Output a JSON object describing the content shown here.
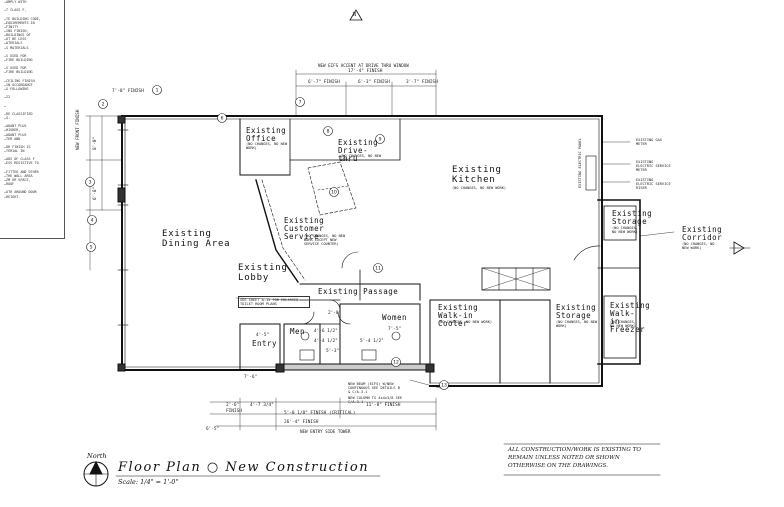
{
  "sheet": {
    "notes": [
      "…OMPLY WITH",
      "",
      "…T CLASS F,",
      "",
      "…TE BUILDING CODE,",
      "…EQUIREMENTS IN",
      "…FINITY",
      "…ING FINISH,",
      "…BUILDINGS OF",
      "…OT BE LESS",
      "…ATERIALS",
      "…S MATERIALS",
      "",
      "…S USED FOR",
      "…FIRE BUILDING",
      "",
      "…S USED FOR",
      "…FIRE BUILDING",
      "",
      "…CEILING FINISH",
      "…IN ACCORDANCE",
      "…G FOLLOWING",
      "",
      "…22",
      "",
      "…",
      "",
      "…RE CLASSIFIED",
      "…G.",
      "",
      "…ADANT PLUS",
      "…HIGHER,",
      "…ADANT PLUS",
      "…TER AND",
      "",
      "…OR FINISH IS",
      "…TERIAL IN",
      "",
      "…ADS OF CLASS F",
      "…ESS RESISTIVE TO",
      "",
      "…FITTED AND OTHER",
      "…THE WALL AREA",
      "…ZM OR SPACE,",
      "…ROOF",
      "",
      "…OTH AROUND DOOR",
      "…HEIGHT."
    ]
  },
  "title": {
    "north_label": "North",
    "main": "Floor Plan ○ New Construction",
    "scale": "Scale: 1/4\" = 1'-0\""
  },
  "general_note": "ALL CONSTRUCTION/WORK IS EXISTING TO REMAIN UNLESS NOTED OR SHOWN OTHERWISE ON THE DRAWINGS.",
  "rooms": {
    "dining": "Existing Dining Area",
    "office_name": "Existing Office",
    "office_note": "(NO CHANGES, NO NEW WORK)",
    "drive_name": "Existing Drive-thru",
    "drive_note": "(NO CHANGES, NO NEW WORK)",
    "kitchen_name": "Existing Kitchen",
    "kitchen_note": "(NO CHANGES, NO NEW WORK)",
    "customer_name": "Existing Customer Service",
    "customer_note": "(NO CHANGES, NO NEW WORK EXCEPT NEW SERVICE COUNTER)",
    "lobby": "Existing Lobby",
    "passage": "Existing Passage",
    "men": "Men",
    "women": "Women",
    "entry": "Entry",
    "walkin_cooler_name": "Existing Walk-in Cooler",
    "walkin_cooler_note": "(NO CHANGES, NO NEW WORK)",
    "storage_mid_name": "Existing Storage",
    "storage_mid_note": "(NO CHANGES, NO NEW WORK)",
    "storage_right_name": "Existing Storage",
    "storage_right_note": "(NO CHANGES, NO NEW WORK)",
    "corridor_name": "Existing Corridor",
    "corridor_note": "(NO CHANGES, NO NEW WORK)",
    "freezer_name": "Existing Walk-in Freezer",
    "freezer_note": "(NO CHANGES, NO NEW WORK)"
  },
  "annotations": {
    "accent_window": "NEW EIFS ACCENT AT DRIVE THRU WINDOW",
    "front_finish": "NEW FRONT FINISH",
    "gas_meter": "EXISTING GAS METER",
    "electric_meter": "EXISTING ELECTRIC SERVICE METER",
    "electric_riser": "EXISTING ELECTRIC SERVICE RISER",
    "existing_electric_panel": "EXISTING ELECTRIC PANEL",
    "toilet_plan": "SEE SHEET A-15 FOR ENLARGED TOILET ROOM PLANS",
    "new_beam": "NEW BEAM (EIFS) W/NEW CONTINUOUS SEE DETAILS B & C/A-3.1",
    "new_column": "NEW COLUMN TS 4x4x3/8 SEE C/A-3.1",
    "entry_tower": "NEW ENTRY SIDE TOWER"
  },
  "dimensions": {
    "top_overall": "17'-4\" FINISH",
    "top_a": "6'-7\" FINISH",
    "top_b": "6'-3\" FINISH",
    "top_c": "3'-7\" FINISH",
    "left_a": "7'-0\" FINISH",
    "left_b": "8'-0\"",
    "left_c": "6'-8\"",
    "bottom_a": "2'-6\"",
    "bottom_b": "4'-7 3/4\"",
    "bottom_c": "5'-0 1/8\" FINISH (CRITICAL)",
    "bottom_d": "11'-8\" FINISH",
    "bottom_overall": "26'-4\" FINISH",
    "bottom_finish": "FINISH",
    "bottom_left": "6'-5\"",
    "entry_a": "4'-5\"",
    "entry_b": "7'-6\"",
    "passage_a": "4'-6 1/2\"",
    "passage_b": "4'-4 1/2\"",
    "passage_c": "5'-4 1/2\"",
    "small_a": "2'-0\"",
    "small_b": "7'-5\"",
    "small_c": "5'-3\""
  },
  "tags": {
    "north_dir": "N",
    "doors": [
      "1",
      "2",
      "3",
      "4",
      "5",
      "6",
      "7",
      "8",
      "9",
      "10",
      "11",
      "12",
      "13"
    ]
  }
}
